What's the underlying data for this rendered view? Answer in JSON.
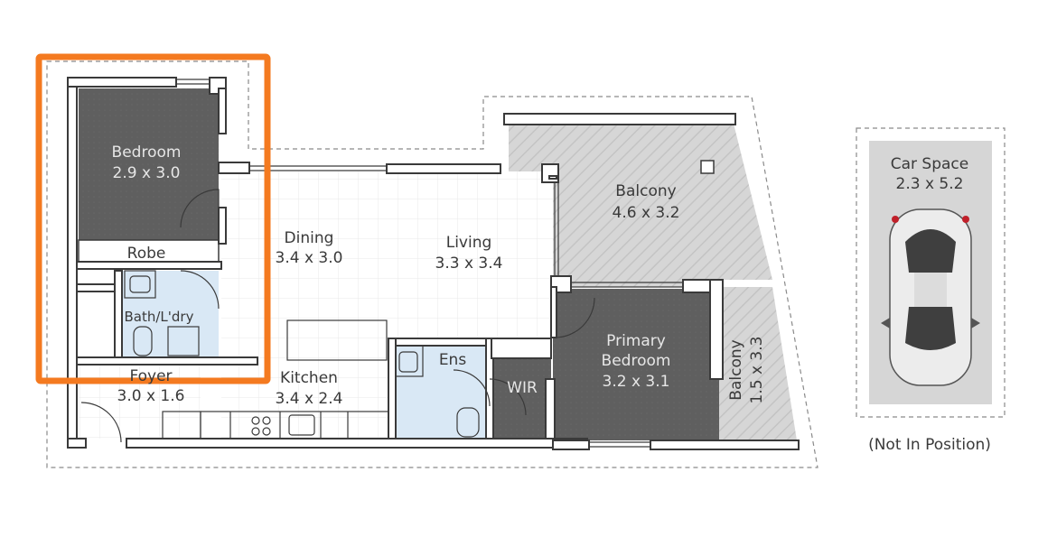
{
  "plan": {
    "rooms": {
      "bedroom": {
        "name": "Bedroom",
        "size": "2.9 x 3.0"
      },
      "robe": {
        "name": "Robe"
      },
      "bath": {
        "name": "Bath/L'dry"
      },
      "dining": {
        "name": "Dining",
        "size": "3.4 x 3.0"
      },
      "living": {
        "name": "Living",
        "size": "3.3 x 3.4"
      },
      "balcony_main": {
        "name": "Balcony",
        "size": "4.6 x 3.2"
      },
      "foyer": {
        "name": "Foyer",
        "size": "3.0 x 1.6"
      },
      "kitchen": {
        "name": "Kitchen",
        "size": "3.4 x 2.4"
      },
      "ensuite": {
        "name": "Ens"
      },
      "wir": {
        "name": "WIR"
      },
      "primary_bedroom": {
        "name": "Primary",
        "name2": "Bedroom",
        "size": "3.2 x 3.1"
      },
      "balcony_side": {
        "name": "Balcony",
        "size": "1.5 x 3.3"
      }
    },
    "car_space": {
      "name": "Car Space",
      "size": "2.3 x 5.2",
      "note": "(Not In Position)"
    },
    "colors": {
      "highlight": "#f47a20",
      "dark_room": "#5f5f5f",
      "wet_area": "#d9e8f5",
      "balcony": "#d4d4d4",
      "wall": "#3a3a3a"
    }
  }
}
